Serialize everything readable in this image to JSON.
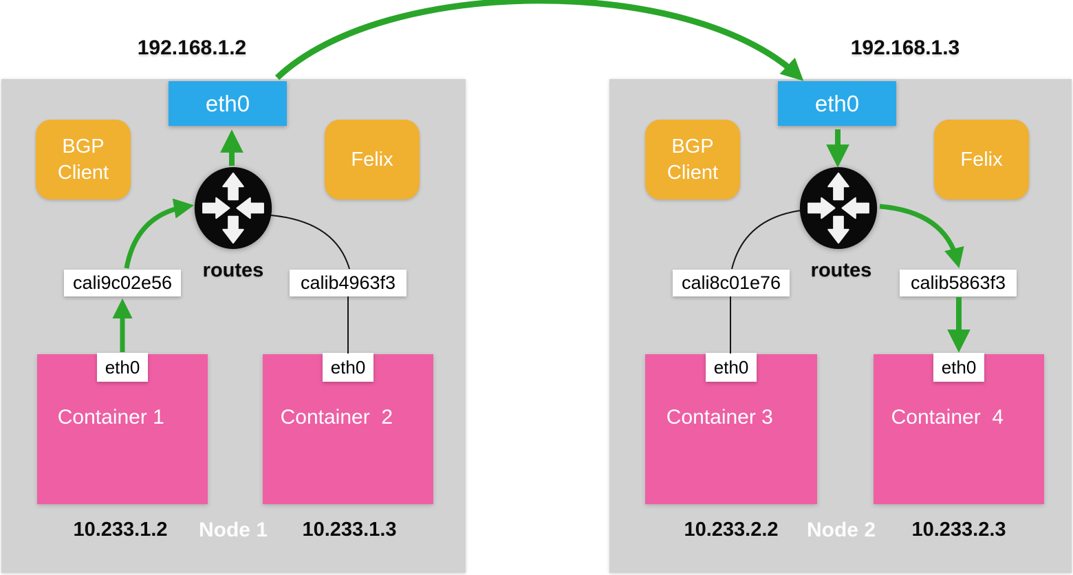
{
  "colors": {
    "node_background": "#d2d2d2",
    "interface_blue": "#29a9ea",
    "component_orange": "#f0b030",
    "container_pink": "#ee5fa4",
    "arrow_green": "#2aa52a",
    "line_black": "#141414",
    "router_black": "#0a0a0a"
  },
  "icons": {
    "router": "router-4-way-arrows"
  },
  "nodes": [
    {
      "name": "Node 1",
      "host_ip": "192.168.1.2",
      "host_interface": "eth0",
      "bgp_lines": [
        "BGP",
        "Client"
      ],
      "felix": "Felix",
      "routes": "routes",
      "veths": [
        "cali9c02e56",
        "calib4963f3"
      ],
      "containers": [
        {
          "label": "Container 1",
          "interface": "eth0",
          "ip": "10.233.1.2"
        },
        {
          "label": "Container  2",
          "interface": "eth0",
          "ip": "10.233.1.3"
        }
      ]
    },
    {
      "name": "Node 2",
      "host_ip": "192.168.1.3",
      "host_interface": "eth0",
      "bgp_lines": [
        "BGP",
        "Client"
      ],
      "felix": "Felix",
      "routes": "routes",
      "veths": [
        "cali8c01e76",
        "calib5863f3"
      ],
      "containers": [
        {
          "label": "Container 3",
          "interface": "eth0",
          "ip": "10.233.2.2"
        },
        {
          "label": "Container  4",
          "interface": "eth0",
          "ip": "10.233.2.3"
        }
      ]
    }
  ]
}
